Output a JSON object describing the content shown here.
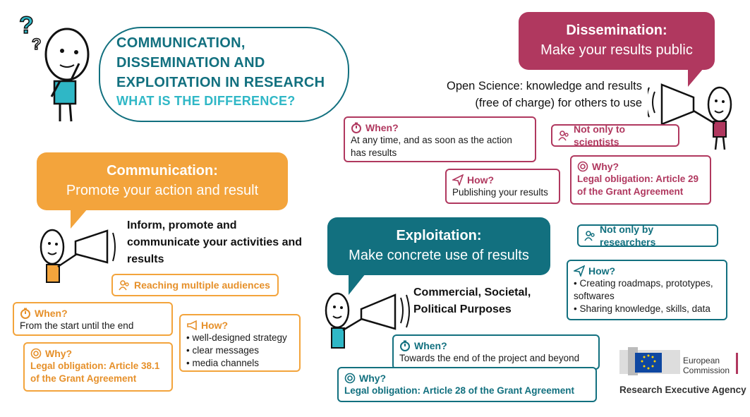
{
  "title": {
    "line1": "COMMUNICATION,",
    "line2": "DISSEMINATION AND",
    "line3": "EXPLOITATION IN RESEARCH",
    "subtitle": "WHAT IS THE DIFFERENCE?"
  },
  "dissemination": {
    "heading": "Dissemination:",
    "tagline": "Make your results public",
    "intro_line1": "Open Science: knowledge and results",
    "intro_line2": "(free of charge) for others to use",
    "when_label": "When?",
    "when_text": "At any time, and as soon as the action has results",
    "audience": "Not only to scientists",
    "how_label": "How?",
    "how_text": "Publishing your results",
    "why_label": "Why?",
    "why_text": "Legal obligation: Article 29 of the Grant Agreement"
  },
  "communication": {
    "heading": "Communication:",
    "tagline": "Promote your action and result",
    "intro": "Inform, promote and communicate your activities and results",
    "audience": "Reaching multiple audiences",
    "when_label": "When?",
    "when_text": "From the start until the end",
    "how_label": "How?",
    "how_items": [
      "well-designed strategy",
      "clear messages",
      "media channels"
    ],
    "why_label": "Why?",
    "why_text": "Legal obligation: Article 38.1 of the Grant Agreement"
  },
  "exploitation": {
    "heading": "Exploitation:",
    "tagline": "Make concrete use of results",
    "intro": "Commercial, Societal, Political Purposes",
    "audience": "Not only by researchers",
    "how_label": "How?",
    "how_items": [
      "Creating roadmaps, prototypes, softwares",
      "Sharing knowledge, skills, data"
    ],
    "when_label": "When?",
    "when_text": "Towards the end of the project and beyond",
    "why_label": "Why?",
    "why_text": "Legal obligation: Article 28 of the Grant Agreement"
  },
  "footer": {
    "logo_line1": "European",
    "logo_line2": "Commission",
    "agency": "Research Executive Agency"
  },
  "colors": {
    "dissemination": "#b0385f",
    "communication": "#f3a43c",
    "exploitation": "#12707f",
    "title": "#12707f",
    "subtitle": "#2fb7c6"
  }
}
